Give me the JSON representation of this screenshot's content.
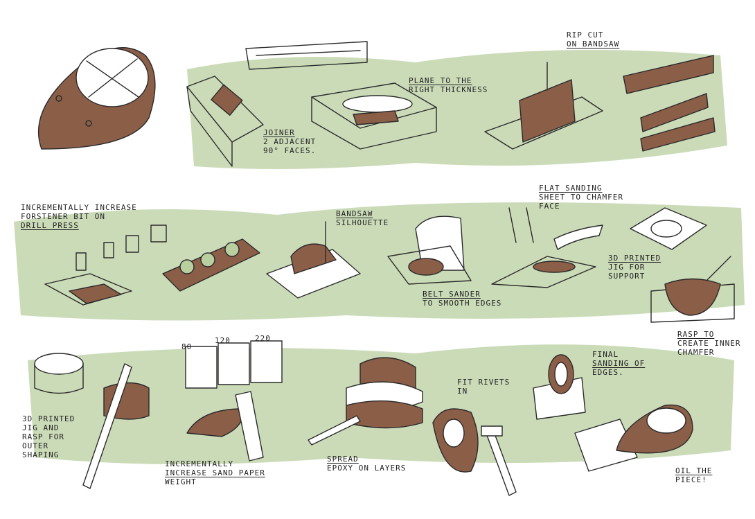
{
  "colors": {
    "wood": "#8b5e48",
    "wood_dark": "#5c3a2a",
    "wash": "#b9cfa0",
    "ink": "#2a2a2a",
    "paper": "#ffffff"
  },
  "row1": {
    "rip_cut": [
      "RIP CUT",
      "ON BANDSAW"
    ],
    "plane": [
      "PLANE TO THE",
      "RIGHT THICKNESS"
    ],
    "jointer": [
      "JOINER",
      "2 ADJACENT",
      "90° FACES."
    ]
  },
  "row2": {
    "incremental_bit": [
      "INCREMENTALLY INCREASE",
      "FORSTENER BIT ON",
      "DRILL PRESS"
    ],
    "bandsaw": [
      "BANDSAW",
      "SILHOUETTE"
    ],
    "flat_sanding": [
      "FLAT SANDING",
      "SHEET TO CHAMFER",
      "FACE"
    ],
    "jig_support": [
      "3D PRINTED",
      "JIG FOR",
      "SUPPORT"
    ],
    "belt_sander": [
      "BELT SANDER",
      "TO SMOOTH EDGES"
    ]
  },
  "row3": {
    "rasp_inner": [
      "RASP TO",
      "CREATE INNER",
      "CHAMFER"
    ],
    "grits": [
      "80",
      "120",
      "220"
    ],
    "final_sanding": [
      "FINAL",
      "SANDING OF",
      "EDGES."
    ],
    "fit_rivets": [
      "FIT RIVETS",
      "IN"
    ],
    "printed_jig_rasp": [
      "3D PRINTED",
      "JIG AND",
      "RASP FOR",
      "OUTER",
      "SHAPING"
    ],
    "incremental_sand": [
      "INCREMENTALLY",
      "INCREASE SAND PAPER",
      "WEIGHT"
    ],
    "spread_epoxy": [
      "SPREAD",
      "EPOXY ON LAYERS"
    ],
    "oil": [
      "OIL THE",
      "PIECE!"
    ]
  }
}
